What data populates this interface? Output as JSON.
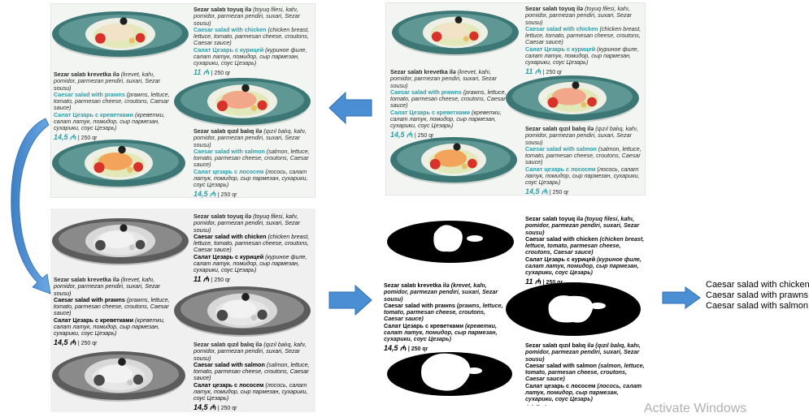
{
  "colors": {
    "accent": "#2e9ca4",
    "arrow": "#4a8fd4",
    "arrow_border": "#2d6db4",
    "color_bg": "#f3f5f3",
    "gray_bg": "#f0f0f0",
    "plate_color": "#3d7775",
    "plate_gray": "#5c5c5c"
  },
  "menu": {
    "chicken": {
      "az": "Sezar salatı toyuq ilə",
      "az_desc": "(toyuq filesi, kahı, pomidor, parmezan pendiri, suxari, Sezar sousu)",
      "en": "Caesar salad with chicken",
      "en_desc": "(chicken breast, lettuce, tomato, parmesan cheese, croutons, Caesar sauce)",
      "ru": "Салат Цезарь с курицей",
      "ru_desc": "(куриное филе, салат латук, помидор, сыр пармезан, сухарики, соус Цезарь)",
      "price": "11 ₼",
      "weight": "| 250 qr"
    },
    "prawns": {
      "az": "Sezar salatı krevetka ilə",
      "az_desc": "(krevet, kahı, pomidor, parmezan pendiri, suxari, Sezar sousu)",
      "en": "Caesar salad with prawns",
      "en_desc": "(prawns, lettuce, tomato, parmesan cheese, croutons, Caesar sauce)",
      "ru": "Салат Цезарь с креветками",
      "ru_desc": "(креветки, салат латук, помидор, сыр пармезан, сухарики, соус Цезарь)",
      "price": "14,5 ₼",
      "weight": "| 250 qr"
    },
    "salmon": {
      "az": "Sezar salatı qızıl balıq ilə",
      "az_desc": "(qızıl balıq, kahı, pomidor, parmezan pendiri, suxari, Sezar sousu)",
      "en": "Caesar salad with salmon",
      "en_desc": "(salmon, lettuce, tomato, parmesan cheese, croutons, Caesar sauce)",
      "ru": "Салат цезарь с лососем",
      "ru_desc": "(лосось, салат латук, помидор, сыр пармезан, сухарики, соус Цезарь)",
      "price": "14,5 ₼",
      "weight": "| 250 qr"
    }
  },
  "results": [
    "Caesar salad with chicken",
    "Caesar salad with prawns",
    "Caesar salad with salmon"
  ],
  "watermark": "Activate Windows"
}
